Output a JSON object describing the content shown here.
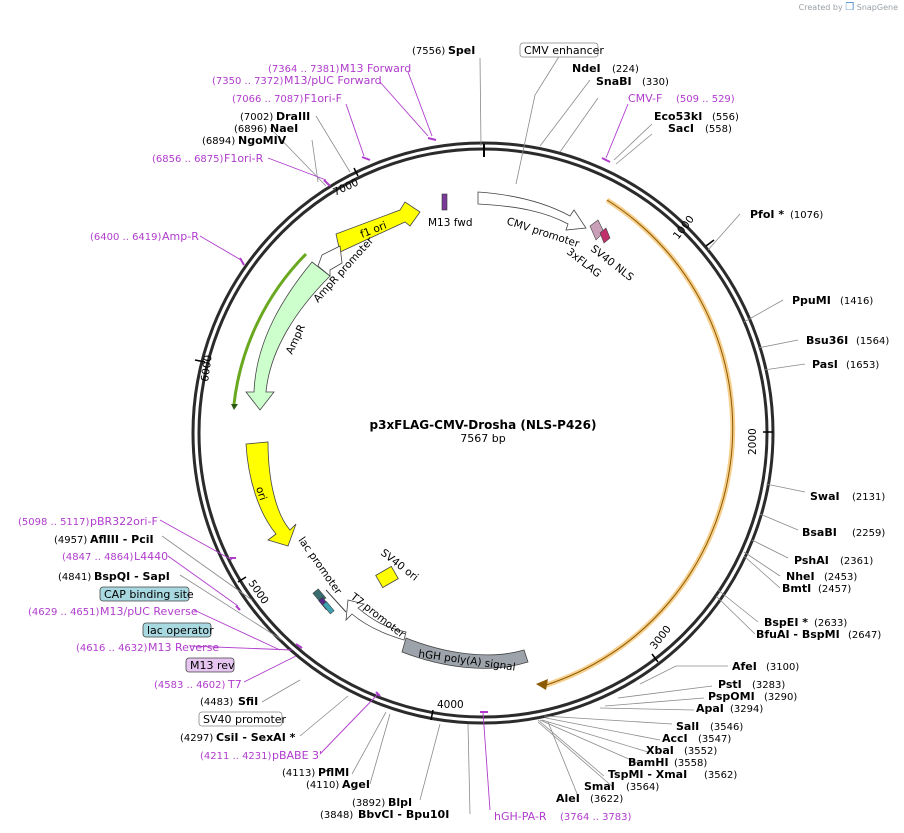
{
  "credit": {
    "prefix": "Created by",
    "brand": "SnapGene"
  },
  "plasmid": {
    "name": "p3xFLAG-CMV-Drosha (NLS-P426)",
    "size": "7567 bp"
  },
  "ticks": [
    "1000",
    "2000",
    "3000",
    "4000",
    "5000",
    "6000",
    "7000"
  ],
  "sites": [
    {
      "name": "SpeI",
      "pos": "(7556)"
    },
    {
      "name": "NdeI",
      "pos": "(224)"
    },
    {
      "name": "SnaBI",
      "pos": "(330)"
    },
    {
      "name": "Eco53kI",
      "pos": "(556)"
    },
    {
      "name": "SacI",
      "pos": "(558)"
    },
    {
      "name": "PfoI *",
      "pos": "(1076)"
    },
    {
      "name": "PpuMI",
      "pos": "(1416)"
    },
    {
      "name": "Bsu36I",
      "pos": "(1564)"
    },
    {
      "name": "PasI",
      "pos": "(1653)"
    },
    {
      "name": "SwaI",
      "pos": "(2131)"
    },
    {
      "name": "BsaBI",
      "pos": "(2259)"
    },
    {
      "name": "PshAI",
      "pos": "(2361)"
    },
    {
      "name": "NheI",
      "pos": "(2453)"
    },
    {
      "name": "BmtI",
      "pos": "(2457)"
    },
    {
      "name": "BspEI *",
      "pos": "(2633)"
    },
    {
      "name": "BfuAI - BspMI",
      "pos": "(2647)"
    },
    {
      "name": "AfeI",
      "pos": "(3100)"
    },
    {
      "name": "PstI",
      "pos": "(3283)"
    },
    {
      "name": "PspOMI",
      "pos": "(3290)"
    },
    {
      "name": "ApaI",
      "pos": "(3294)"
    },
    {
      "name": "SalI",
      "pos": "(3546)"
    },
    {
      "name": "AccI",
      "pos": "(3547)"
    },
    {
      "name": "XbaI",
      "pos": "(3552)"
    },
    {
      "name": "BamHI",
      "pos": "(3558)"
    },
    {
      "name": "TspMI - XmaI",
      "pos": "(3562)"
    },
    {
      "name": "SmaI",
      "pos": "(3564)"
    },
    {
      "name": "AleI",
      "pos": "(3622)"
    },
    {
      "name": "BbvCI - Bpu10I",
      "pos": "(3848)"
    },
    {
      "name": "BlpI",
      "pos": "(3892)"
    },
    {
      "name": "AgeI",
      "pos": "(4110)"
    },
    {
      "name": "PflMI",
      "pos": "(4113)"
    },
    {
      "name": "CsiI - SexAI *",
      "pos": "(4297)"
    },
    {
      "name": "SfiI",
      "pos": "(4483)"
    },
    {
      "name": "BspQI - SapI",
      "pos": "(4841)"
    },
    {
      "name": "AflIII - PciI",
      "pos": "(4957)"
    },
    {
      "name": "NgoMIV",
      "pos": "(6894)"
    },
    {
      "name": "NaeI",
      "pos": "(6896)"
    },
    {
      "name": "DraIII",
      "pos": "(7002)"
    }
  ],
  "primers": [
    {
      "name": "M13 Forward",
      "range": "(7364 .. 7381)"
    },
    {
      "name": "M13/pUC Forward",
      "range": "(7350 .. 7372)"
    },
    {
      "name": "F1ori-F",
      "range": "(7066 .. 7087)"
    },
    {
      "name": "F1ori-R",
      "range": "(6856 .. 6875)"
    },
    {
      "name": "Amp-R",
      "range": "(6400 .. 6419)"
    },
    {
      "name": "CMV-F",
      "range": "(509 .. 529)"
    },
    {
      "name": "pBR322ori-F",
      "range": "(5098 .. 5117)"
    },
    {
      "name": "L4440",
      "range": "(4847 .. 4864)"
    },
    {
      "name": "M13/pUC Reverse",
      "range": "(4629 .. 4651)"
    },
    {
      "name": "M13 Reverse",
      "range": "(4616 .. 4632)"
    },
    {
      "name": "T7",
      "range": "(4583 .. 4602)"
    },
    {
      "name": "pBABE 3'",
      "range": "(4211 .. 4231)"
    },
    {
      "name": "hGH-PA-R",
      "range": "(3764 .. 3783)"
    }
  ],
  "boxed_features": {
    "cmv_enhancer": "CMV enhancer",
    "cap_binding_site": "CAP binding site",
    "lac_operator": "lac operator",
    "m13_rev": "M13 rev",
    "sv40_promoter": "SV40 promoter"
  },
  "features": {
    "m13_fwd": "M13 fwd",
    "cmv_promoter": "CMV promoter",
    "sv40_nls": "SV40 NLS",
    "flag3x": "3xFLAG",
    "f1_ori": "f1 ori",
    "ampr_promoter": "AmpR promoter",
    "ampr": "AmpR",
    "ori": "ori",
    "lac_promoter": "lac promoter",
    "sv40_ori": "SV40 ori",
    "t7_promoter": "T7 promoter",
    "hgh_polya": "hGH poly(A) signal"
  },
  "colors": {
    "backbone": "#2b2b2b",
    "primer": "#b03ccc",
    "orf_orange": "#f0a830",
    "ori_yellow": "#ffff00",
    "ampr_green": "#ccffcc",
    "polya_gray": "#9ca3aa",
    "lac_box": "#a8d8e0",
    "m13rev_box": "#e6c5f0"
  }
}
